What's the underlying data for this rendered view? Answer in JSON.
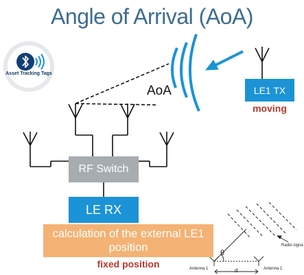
{
  "title": "Angle of Arrival (AoA)",
  "badge": {
    "text": "Asset Tracking Tags",
    "icon": "bluetooth-icon"
  },
  "aoa_label": "AoA",
  "transmitter": {
    "label": "LE1 TX",
    "status": "moving"
  },
  "rf_switch": "RF Switch",
  "receiver": "LE RX",
  "calculation": "calculation of the external LE1 position",
  "fixed_label": "fixed position",
  "inset": {
    "theta": "θ",
    "d": "d",
    "antenna_left": "Antenna 1",
    "antenna_right": "Antenna 1",
    "signal": "Radio signa"
  },
  "colors": {
    "title": "#3d6c91",
    "blue_box": "#1b93d6",
    "switch_box": "#a7acb0",
    "calc_box": "#f4b274",
    "status_text": "#b5382c",
    "waves": "#1b93d6"
  }
}
